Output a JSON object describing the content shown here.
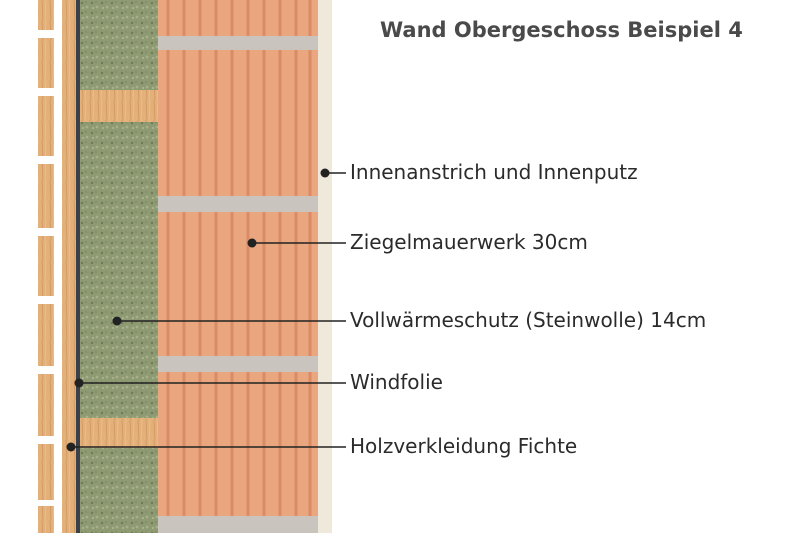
{
  "title": "Wand Obergeschoss Beispiel 4",
  "layers": [
    {
      "label": "Innenanstrich und Innenputz",
      "material": "interior-plaster"
    },
    {
      "label": "Ziegelmauerwerk 30cm",
      "material": "brick"
    },
    {
      "label": "Vollwärmeschutz (Steinwolle) 14cm",
      "material": "rock-wool"
    },
    {
      "label": "Windfolie",
      "material": "wind-membrane"
    },
    {
      "label": "Holzverkleidung Fichte",
      "material": "spruce-cladding"
    }
  ],
  "colors": {
    "brick": "#e9a67f",
    "brick_dark": "#d98c65",
    "mortar": "#c9c5be",
    "plaster": "#efe9dc",
    "wool": "#8e9a72",
    "wool_dark": "#6f7b55",
    "wood": "#e3b07a",
    "wood_dark": "#c88a52",
    "membrane": "#3b3f47",
    "leader": "#222222",
    "title": "#4a4a4a"
  }
}
